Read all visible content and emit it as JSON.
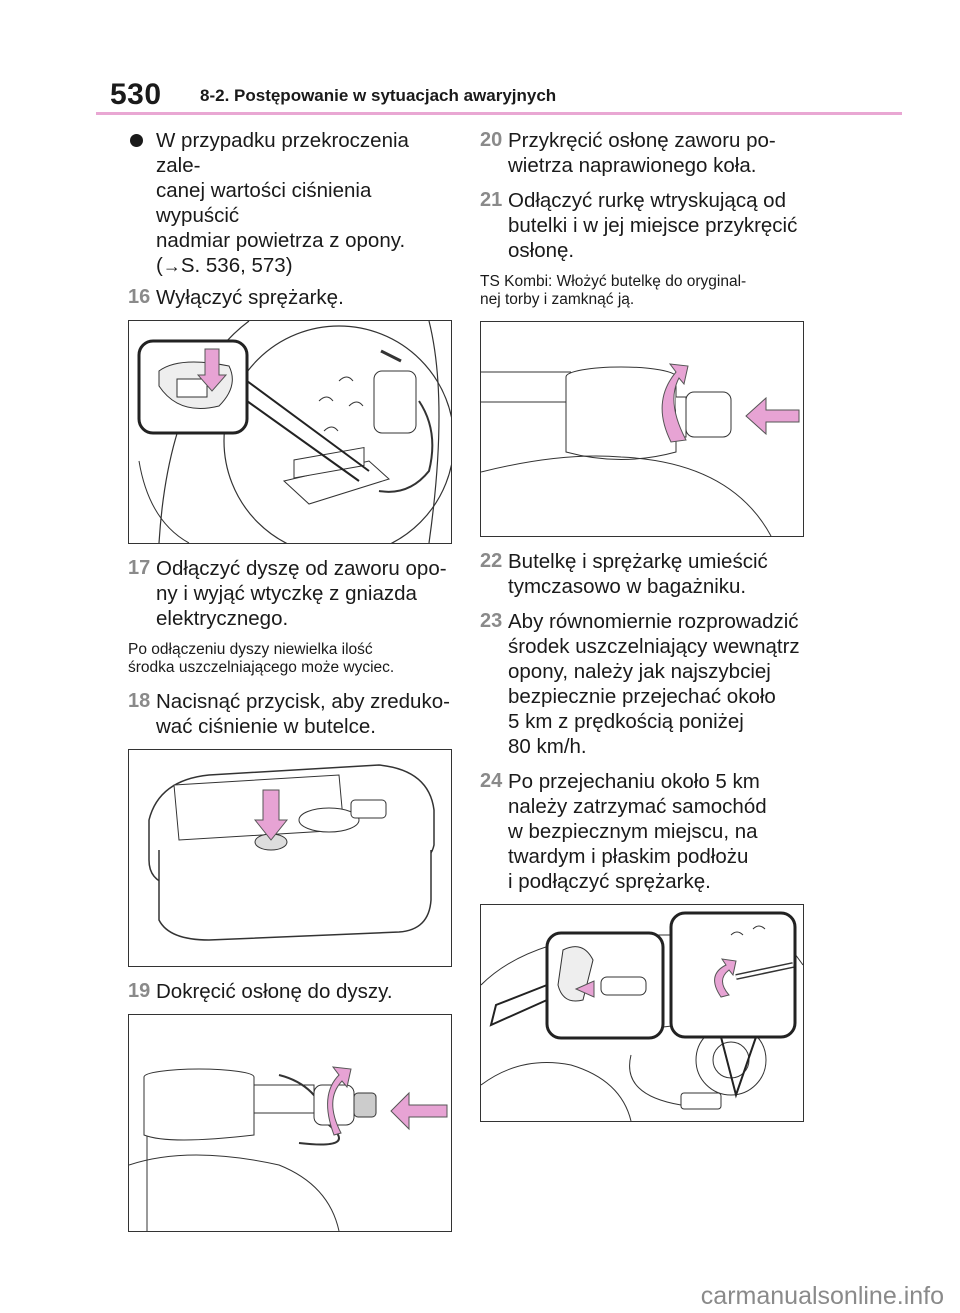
{
  "header": {
    "page_number": "530",
    "section_title": "8-2. Postępowanie w sytuacjach awaryjnych"
  },
  "left": {
    "bullet_line1": "W przypadku przekroczenia zale-",
    "bullet_line2": "canej wartości ciśnienia wypuścić",
    "bullet_line3": "nadmiar powietrza z opony.",
    "bullet_ref_arrow": "→",
    "bullet_ref_text": "S. 536, 573)",
    "bullet_ref_open": "(",
    "step16_num": "16",
    "step16_text": "Wyłączyć sprężarkę.",
    "step17_num": "17",
    "step17_line1": "Odłączyć dyszę od zaworu opo-",
    "step17_line2": "ny i wyjąć wtyczkę z gniazda",
    "step17_line3": "elektrycznego.",
    "note17_line1": "Po odłączeniu dyszy niewielka ilość",
    "note17_line2": "środka uszczelniającego może wyciec.",
    "step18_num": "18",
    "step18_line1": "Nacisnąć przycisk, aby zreduko-",
    "step18_line2": "wać ciśnienie w butelce.",
    "step19_num": "19",
    "step19_text": "Dokręcić osłonę do dyszy."
  },
  "right": {
    "step20_num": "20",
    "step20_line1": "Przykręcić osłonę zaworu po-",
    "step20_line2": "wietrza naprawionego koła.",
    "step21_num": "21",
    "step21_line1": "Odłączyć rurkę wtryskującą od",
    "step21_line2": "butelki i w jej miejsce przykręcić",
    "step21_line3": "osłonę.",
    "note21_line1": "TS Kombi: Włożyć butelkę do oryginal-",
    "note21_line2": "nej torby i zamknąć ją.",
    "step22_num": "22",
    "step22_line1": "Butelkę i sprężarkę umieścić",
    "step22_line2": "tymczasowo w bagażniku.",
    "step23_num": "23",
    "step23_line1": "Aby równomiernie rozprowadzić",
    "step23_line2": "środek uszczelniający wewnątrz",
    "step23_line3": "opony, należy jak najszybciej",
    "step23_line4": "bezpiecznie przejechać około",
    "step23_line5": "5 km z prędkością poniżej",
    "step23_line6": "80 km/h.",
    "step24_num": "24",
    "step24_line1": "Po przejechaniu około 5 km",
    "step24_line2": "należy zatrzymać samochód",
    "step24_line3": "w bezpiecznym miejscu, na",
    "step24_line4": "twardym i płaskim podłożu",
    "step24_line5": "i podłączyć sprężarkę."
  },
  "watermark": "carmanualsonline.info",
  "colors": {
    "accent_rule": "#e9a7d3",
    "arrow_pink": "#e7a3d4",
    "step_number": "#8a8a8a"
  }
}
